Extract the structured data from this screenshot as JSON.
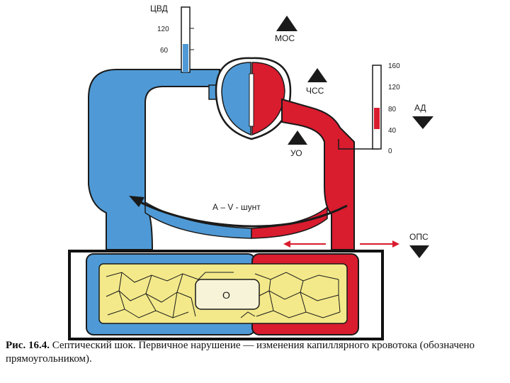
{
  "labels": {
    "cvd": "ЦВД",
    "mos": "МОС",
    "chss": "ЧСС",
    "uo": "УО",
    "ad": "АД",
    "ops": "ОПС",
    "shunt": "А – V - шунт",
    "organ_marker": "О"
  },
  "scales": {
    "cvd_ticks": [
      "120",
      "60"
    ],
    "ad_ticks": [
      "160",
      "120",
      "80",
      "40",
      "0"
    ]
  },
  "caption": {
    "figure_ref": "Рис. 16.4.",
    "text": "Септический шок. Первичное нарушение — изменения капиллярного кровотока (обозначено прямоугольником)."
  },
  "colors": {
    "venous_blue": "#4f9ad6",
    "arterial_red": "#d91c2e",
    "tissue_yellow": "#f3e98a",
    "outline": "#1a1a1a"
  }
}
